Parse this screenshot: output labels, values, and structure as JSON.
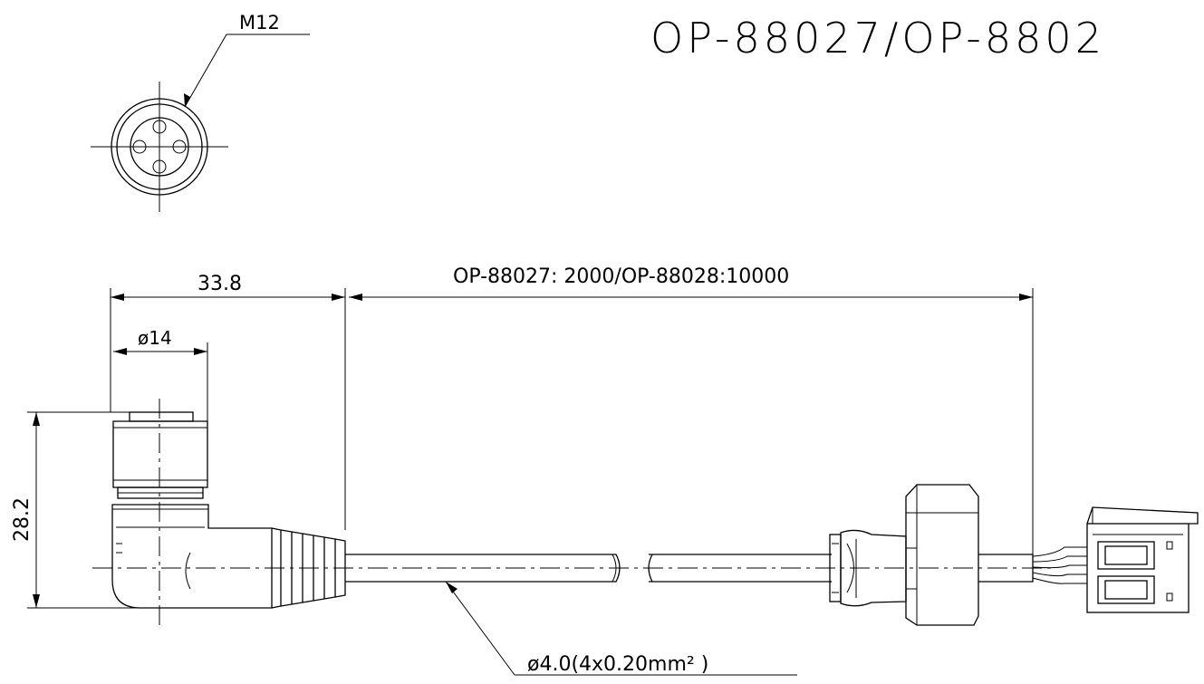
{
  "title": "OP-88027/OP-8802",
  "labels": {
    "thread": "M12",
    "overall_length": "OP-88027: 2000/OP-88028:10000",
    "body_length": "33.8",
    "diameter": "ø14",
    "height": "28.2",
    "cable_spec": "ø4.0(4x0.20mm² )"
  }
}
